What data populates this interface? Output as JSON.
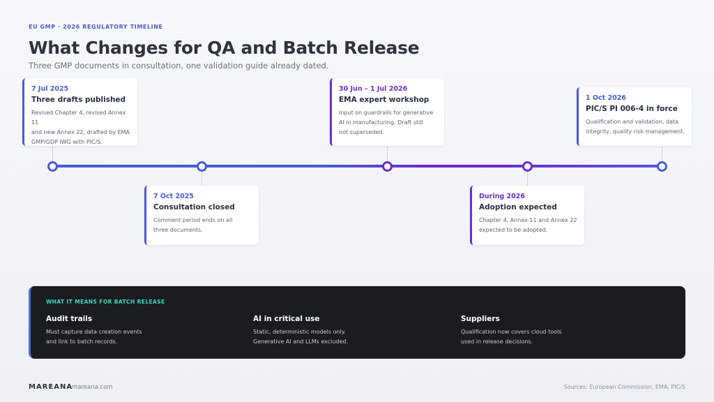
{
  "header": {
    "eyebrow": "EU GMP  ·  2026 REGULATORY TIMELINE",
    "title": "What Changes for QA and Batch Release",
    "subtitle": "Three GMP documents in consultation, one validation guide already dated."
  },
  "colors": {
    "blue": "#4a5bd4",
    "purple": "#6a2fc9",
    "teal": "#3fd6c0"
  },
  "milestones": [
    {
      "date": "7 Jul 2025",
      "title": "Three drafts published",
      "desc": [
        "Revised Chapter 4, revised Annex 11",
        "and new Annex 22, drafted by EMA",
        "GMP/GDP IWG with PIC/S."
      ],
      "color": "#4a5bd4"
    },
    {
      "date": "7 Oct 2025",
      "title": "Consultation closed",
      "desc": [
        "Comment period ends on all",
        "three documents."
      ],
      "color": "#4a5bd4"
    },
    {
      "date": "30 Jun – 1 Jul 2026",
      "title": "EMA expert workshop",
      "desc": [
        "Input on guardrails for generative",
        "AI in manufacturing. Draft still",
        "not superseded."
      ],
      "color": "#6a2fc9"
    },
    {
      "date": "During 2026",
      "title": "Adoption expected",
      "desc": [
        "Chapter 4, Annex 11 and Annex 22",
        "expected to be adopted."
      ],
      "color": "#6a2fc9"
    },
    {
      "date": "1 Oct 2026",
      "title": "PIC/S PI 006-4 in force",
      "desc": [
        "Qualification and validation, data",
        "integrity, quality risk management."
      ],
      "color": "#4a5bd4"
    }
  ],
  "panel": {
    "label": "WHAT IT MEANS FOR BATCH RELEASE",
    "columns": [
      {
        "title": "Audit trails",
        "lines": [
          "Must capture data creation events",
          "and link to batch records."
        ]
      },
      {
        "title": "AI in critical use",
        "lines": [
          "Static, deterministic models only.",
          "Generative AI and LLMs excluded."
        ]
      },
      {
        "title": "Suppliers",
        "lines": [
          "Qualification now covers cloud tools",
          "used in release decisions."
        ]
      }
    ]
  },
  "footer": {
    "brand": "MAREANA",
    "url": "mareana.com",
    "sources": "Sources: European Commission, EMA, PIC/S"
  }
}
